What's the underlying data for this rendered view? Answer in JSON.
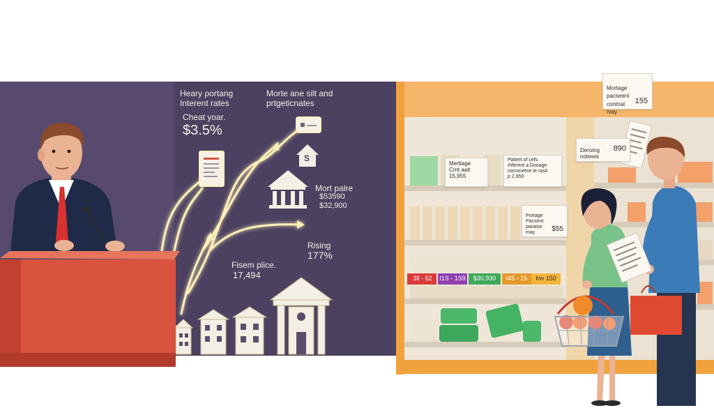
{
  "left_panel": {
    "headline_1": "Heary ρortang\nInterent rates",
    "headline_2": "Morte ane silt and\nprtgeticnates",
    "stat_1_label": "Cheat yoar.",
    "stat_1_value": "$3.5%",
    "stat_2_label": "Mort palre",
    "stat_2_value": "$53590\n$32,900",
    "stat_3_label": "Fisem plice.",
    "stat_3_value": "17,494",
    "stat_4_label": "Rising",
    "stat_4_value": "177%",
    "house_icon_symbol": "S"
  },
  "right_panel": {
    "tag_top": "Mortage\npacseent\ncontnat\nmay",
    "tag_top_value": "155",
    "tag_side": "Deroing\nnotewis",
    "tag_side_value": "890",
    "tag_shelf_1": "Mertlage\nCrnt aait\n15,955",
    "tag_shelf_2": "Pattert of cefs\nrhferent a Dooage\ncorcenetse te rasit\np 2,950",
    "tag_shelf_3": "Portage\nPacsent\nparatse\nmay",
    "tag_shelf_3_value": "$55",
    "price_strips": [
      "3ll - 52",
      "I1S - 1S9",
      "$30,930",
      "I45 - 15",
      "Inv 150"
    ]
  },
  "colors": {
    "left_background": "#4c4160",
    "podium": "#d9533f",
    "store_background": "#f2ece4",
    "shelf_frame": "#f2a23d",
    "glow_arrow": "#fff1b8"
  }
}
